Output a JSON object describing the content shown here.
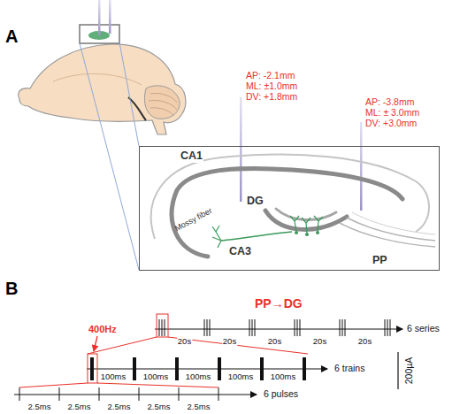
{
  "diagram": {
    "nodes": [
      {
        "text": [
          "CA1",
          "DG",
          "Mossy fiber",
          "CA3",
          "PP"
        ]
      }
    ],
    "labels": [
      "A",
      "AP: -2.1mm",
      "ML: ±1.0mm",
      "DV: +1.8mm",
      "AP: -3.8mm",
      "ML: ± 3.0mm",
      "DV: +3.0mm",
      "B",
      "PP→DG",
      "400Hz",
      "20s",
      "20s",
      "20s",
      "20s",
      "20s",
      "6 series",
      "100ms",
      "100ms",
      "100ms",
      "100ms",
      "100ms",
      "6 trains",
      "2.5ms",
      "2.5ms",
      "2.5ms",
      "2.5ms",
      "2.5ms",
      "6 pulses",
      "200µA"
    ]
  }
}
